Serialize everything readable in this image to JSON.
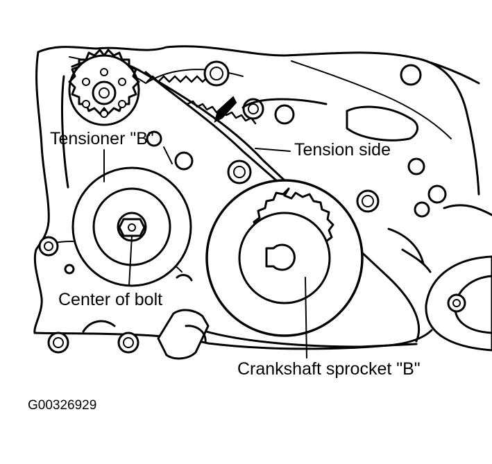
{
  "labels": {
    "tensioner_b": "Tensioner \"B\"",
    "tension_side": "Tension side",
    "center_of_bolt": "Center of bolt",
    "crankshaft_sprocket_b": "Crankshaft sprocket \"B\""
  },
  "figure_id": "G00326929",
  "colors": {
    "ink": "#000000",
    "paper": "#ffffff"
  }
}
